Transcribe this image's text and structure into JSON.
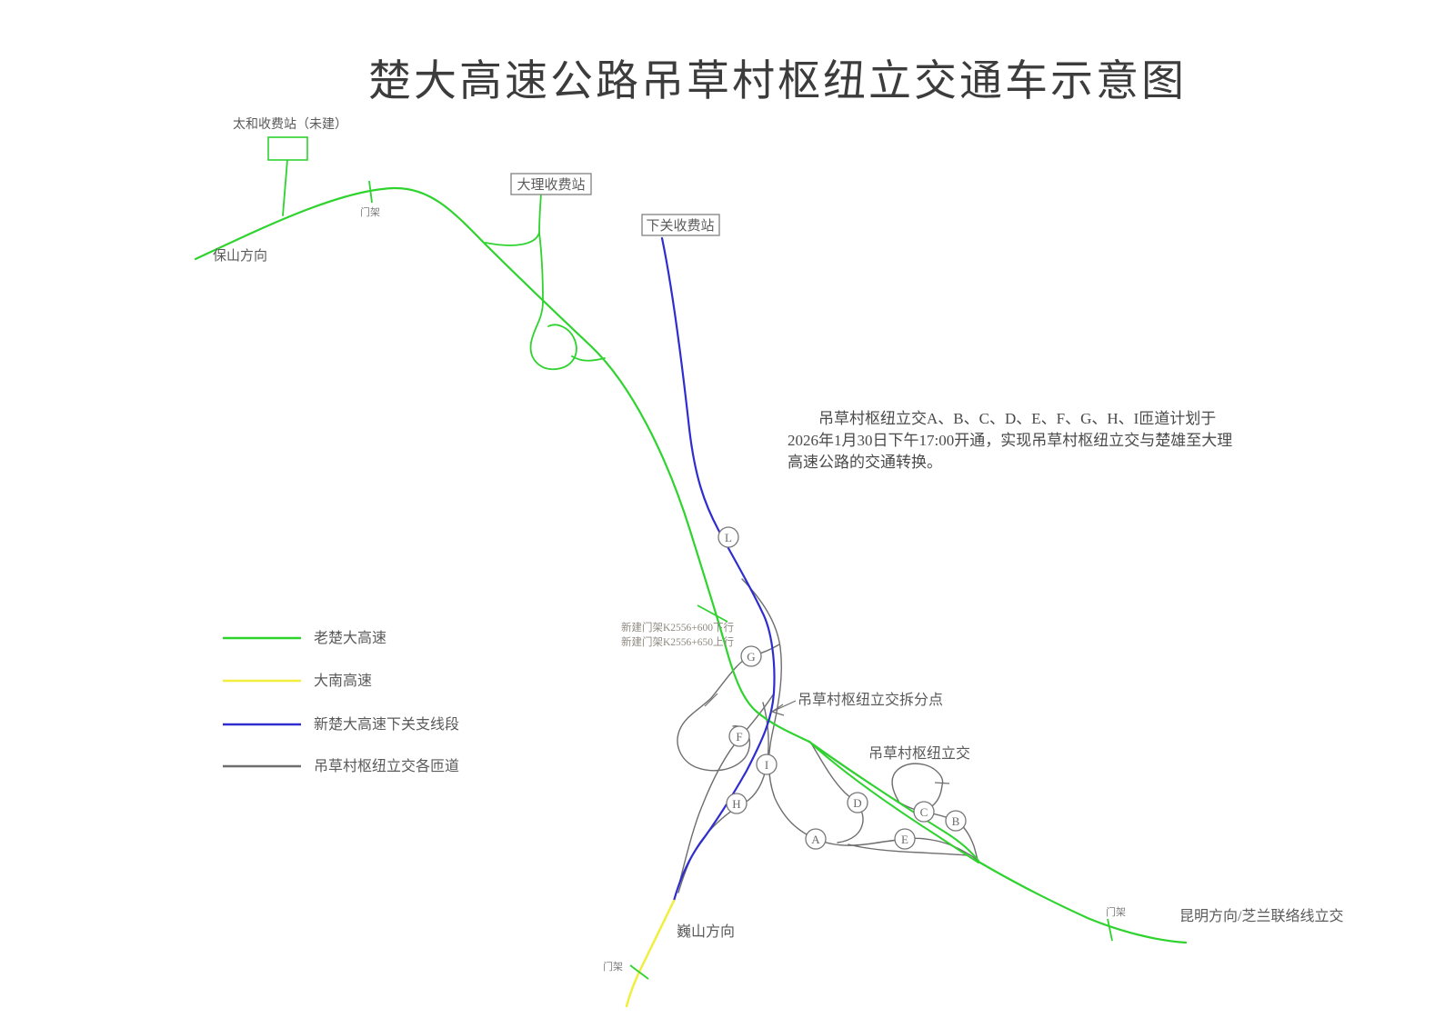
{
  "title": "楚大高速公路吊草村枢纽立交通车示意图",
  "description": "吊草村枢纽立交A、B、C、D、E、F、G、H、I匝道计划于2026年1月30日下午17:00开通，实现吊草村枢纽立交与楚雄至大理高速公路的交通转换。",
  "stations": {
    "taihe": "太和收费站（未建）",
    "dali": "大理收费站",
    "xiaguan": "下关收费站"
  },
  "directions": {
    "baoshan": "保山方向",
    "weishan": "巍山方向",
    "kunming": "昆明方向/芝兰联络线立交"
  },
  "gantry": {
    "label": "门架",
    "note_line1": "新建门架K2556+600下行",
    "note_line2": "新建门架K2556+650上行"
  },
  "annotations": {
    "split_point": "吊草村枢纽立交拆分点",
    "hub": "吊草村枢纽立交"
  },
  "legend": {
    "items": [
      {
        "label": "老楚大高速",
        "color": "#2ed32e"
      },
      {
        "label": "大南高速",
        "color": "#f2ee3d"
      },
      {
        "label": "新楚大高速下关支线段",
        "color": "#2e2ecf"
      },
      {
        "label": "吊草村枢纽立交各匝道",
        "color": "#6e6e6e"
      }
    ]
  },
  "ramp_circles": [
    "L",
    "G",
    "F",
    "I",
    "H",
    "A",
    "D",
    "C",
    "B",
    "E"
  ]
}
